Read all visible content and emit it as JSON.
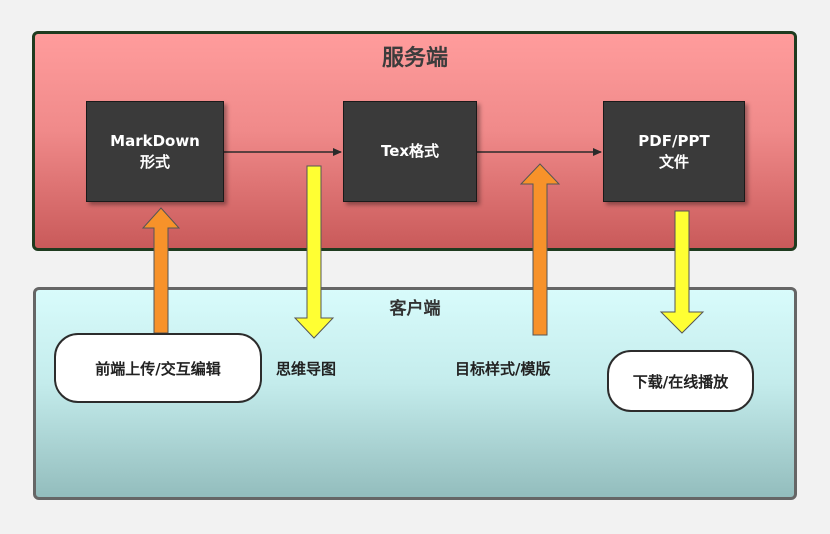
{
  "server": {
    "title": "服务端"
  },
  "client": {
    "title": "客户端"
  },
  "boxes": {
    "markdown": {
      "line1": "MarkDown",
      "line2": "形式"
    },
    "tex": {
      "label": "Tex格式"
    },
    "pdf": {
      "line1": "PDF/PPT",
      "line2": "文件"
    }
  },
  "client_items": {
    "upload": "前端上传/交互编辑",
    "mindmap": "思维导图",
    "template": "目标样式/模版",
    "download": "下载/在线播放"
  },
  "colors": {
    "up_arrow": "#f7922a",
    "down_arrow": "#ffff33",
    "box_fill": "#3a3a3a"
  }
}
